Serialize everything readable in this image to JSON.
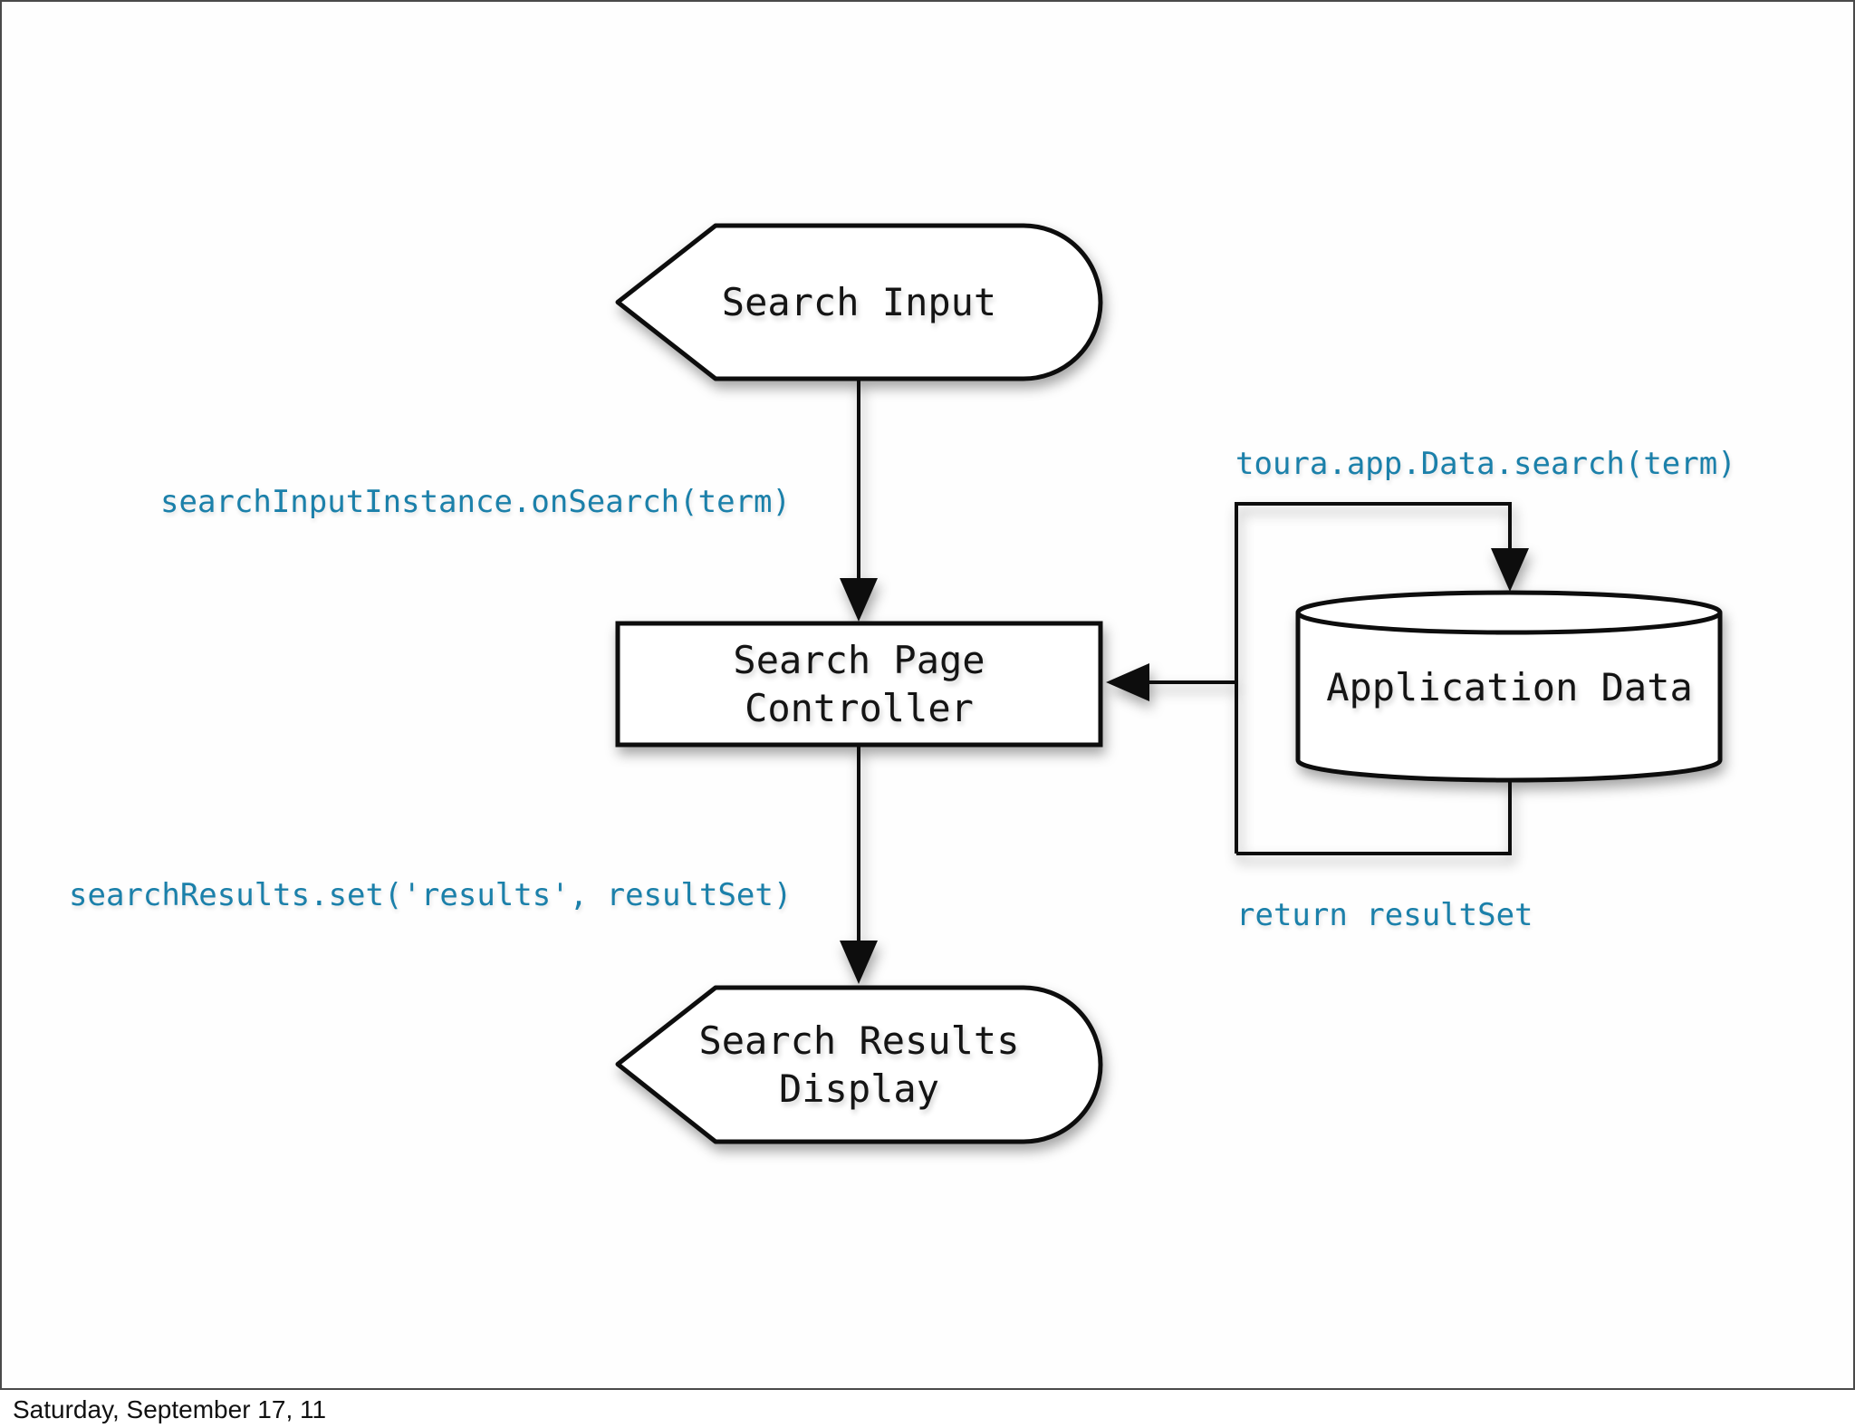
{
  "slide": {
    "footer_date": "Saturday, September 17, 11",
    "diagram": {
      "search_input": {
        "label": "Search Input"
      },
      "controller": {
        "line1": "Search Page",
        "line2": "Controller"
      },
      "results_display": {
        "line1": "Search Results",
        "line2": "Display"
      },
      "application_data": {
        "label": "Application Data"
      },
      "calls": {
        "on_search": "searchInputInstance.onSearch(term)",
        "data_search": "toura.app.Data.search(term)",
        "set_results": "searchResults.set('results', resultSet)",
        "return_result_set": "return resultSet"
      }
    },
    "colors": {
      "code_text": "#1b80aa",
      "shape_stroke": "#0d0d0d",
      "frame_border": "#4a4a4a"
    }
  }
}
